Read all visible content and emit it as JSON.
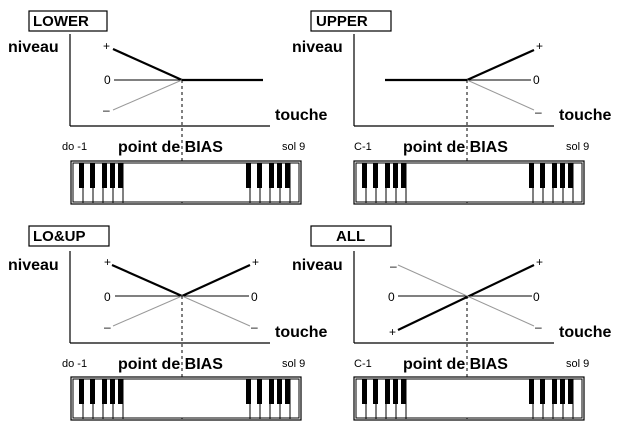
{
  "panels": [
    {
      "title": "LOWER",
      "y_axis_label": "niveau",
      "x_axis_label": "touche",
      "x_left_label": "do -1",
      "x_center_label": "point de BIAS",
      "x_right_label": "sol 9",
      "plus_mark": "+",
      "zero_mark": "0",
      "minus_mark": "–"
    },
    {
      "title": "UPPER",
      "y_axis_label": "niveau",
      "x_axis_label": "touche",
      "x_left_label": "C-1",
      "x_center_label": "point de BIAS",
      "x_right_label": "sol 9",
      "plus_mark": "+",
      "zero_mark": "0",
      "minus_mark": "–"
    },
    {
      "title": "LO&UP",
      "y_axis_label": "niveau",
      "x_axis_label": "touche",
      "x_left_label": "do -1",
      "x_center_label": "point de BIAS",
      "x_right_label": "sol 9",
      "plus_marks": [
        "+",
        "+"
      ],
      "zero_marks": [
        "0",
        "0"
      ],
      "minus_marks": [
        "–",
        "–"
      ]
    },
    {
      "title": "ALL",
      "y_axis_label": "niveau",
      "x_axis_label": "touche",
      "x_left_label": "C-1",
      "x_center_label": "point de BIAS",
      "x_right_label": "sol 9",
      "plus_marks": [
        "+",
        "+"
      ],
      "zero_marks": [
        "0",
        "0"
      ],
      "minus_marks": [
        "–",
        "–"
      ]
    }
  ]
}
